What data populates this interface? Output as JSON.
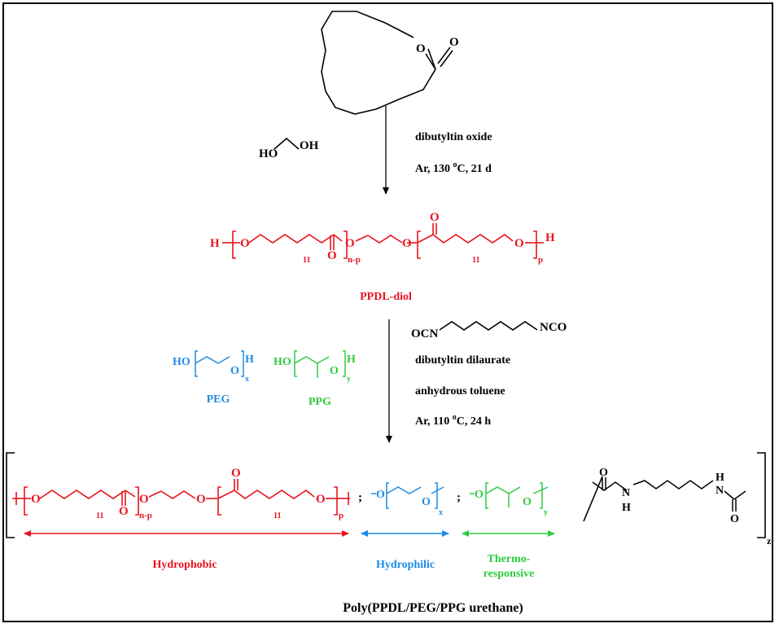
{
  "colors": {
    "black": "#000000",
    "red": "#e8141e",
    "blue": "#1e8ce6",
    "green": "#2ecc40"
  },
  "monomer": {
    "o_ring": "O",
    "o_carbonyl": "O"
  },
  "step1": {
    "reagent_ho": "HO",
    "reagent_oh": "OH",
    "catalyst": "dibutyltin oxide",
    "conditions_pre": "Ar, 130 ",
    "conditions_sup": "o",
    "conditions_post": "C, 21 d"
  },
  "ppdl": {
    "h_left": "H",
    "o1": "O",
    "sub11a": "11",
    "o_carbonyl_a": "O",
    "sub_np": "n-p",
    "o2": "O",
    "o3": "O",
    "o_carbonyl_b": "O",
    "sub11b": "11",
    "o4": "O",
    "sub_p": "p",
    "h_right": "H",
    "name": "PPDL-diol"
  },
  "step2": {
    "ocn": "OCN",
    "nco": "NCO",
    "catalyst": "dibutyltin dilaurate",
    "solvent": "anhydrous toluene",
    "conditions_pre": "Ar, 110 ",
    "conditions_sup": "o",
    "conditions_post": "C, 24 h"
  },
  "peg": {
    "ho": "HO",
    "o": "O",
    "h": "H",
    "sub": "x",
    "name": "PEG"
  },
  "ppg": {
    "ho": "HO",
    "o": "O",
    "h": "H",
    "sub": "y",
    "name": "PPG"
  },
  "product": {
    "o1": "O",
    "sub11a": "11",
    "o_carbonyl_a": "O",
    "sub_np": "n-p",
    "o2": "O",
    "o3": "O",
    "o_carbonyl_b": "O",
    "sub11b": "11",
    "o4": "O",
    "sub_p": "p",
    "sep1": ";",
    "peg_o1": "O",
    "peg_o2": "O",
    "peg_sub": "x",
    "sep2": ";",
    "ppg_o1": "O",
    "ppg_o2": "O",
    "ppg_sub": "y",
    "urethane_o1": "O",
    "urethane_nh1_h": "H",
    "urethane_nh1_n": "N",
    "urethane_nh2_h": "H",
    "urethane_nh2_n": "N",
    "urethane_o2": "O",
    "sub_z": "z",
    "label_hydrophobic": "Hydrophobic",
    "label_hydrophilic": "Hydrophilic",
    "label_thermo_1": "Thermo-",
    "label_thermo_2": "responsive",
    "title": "Poly(PPDL/PEG/PPG urethane)"
  }
}
